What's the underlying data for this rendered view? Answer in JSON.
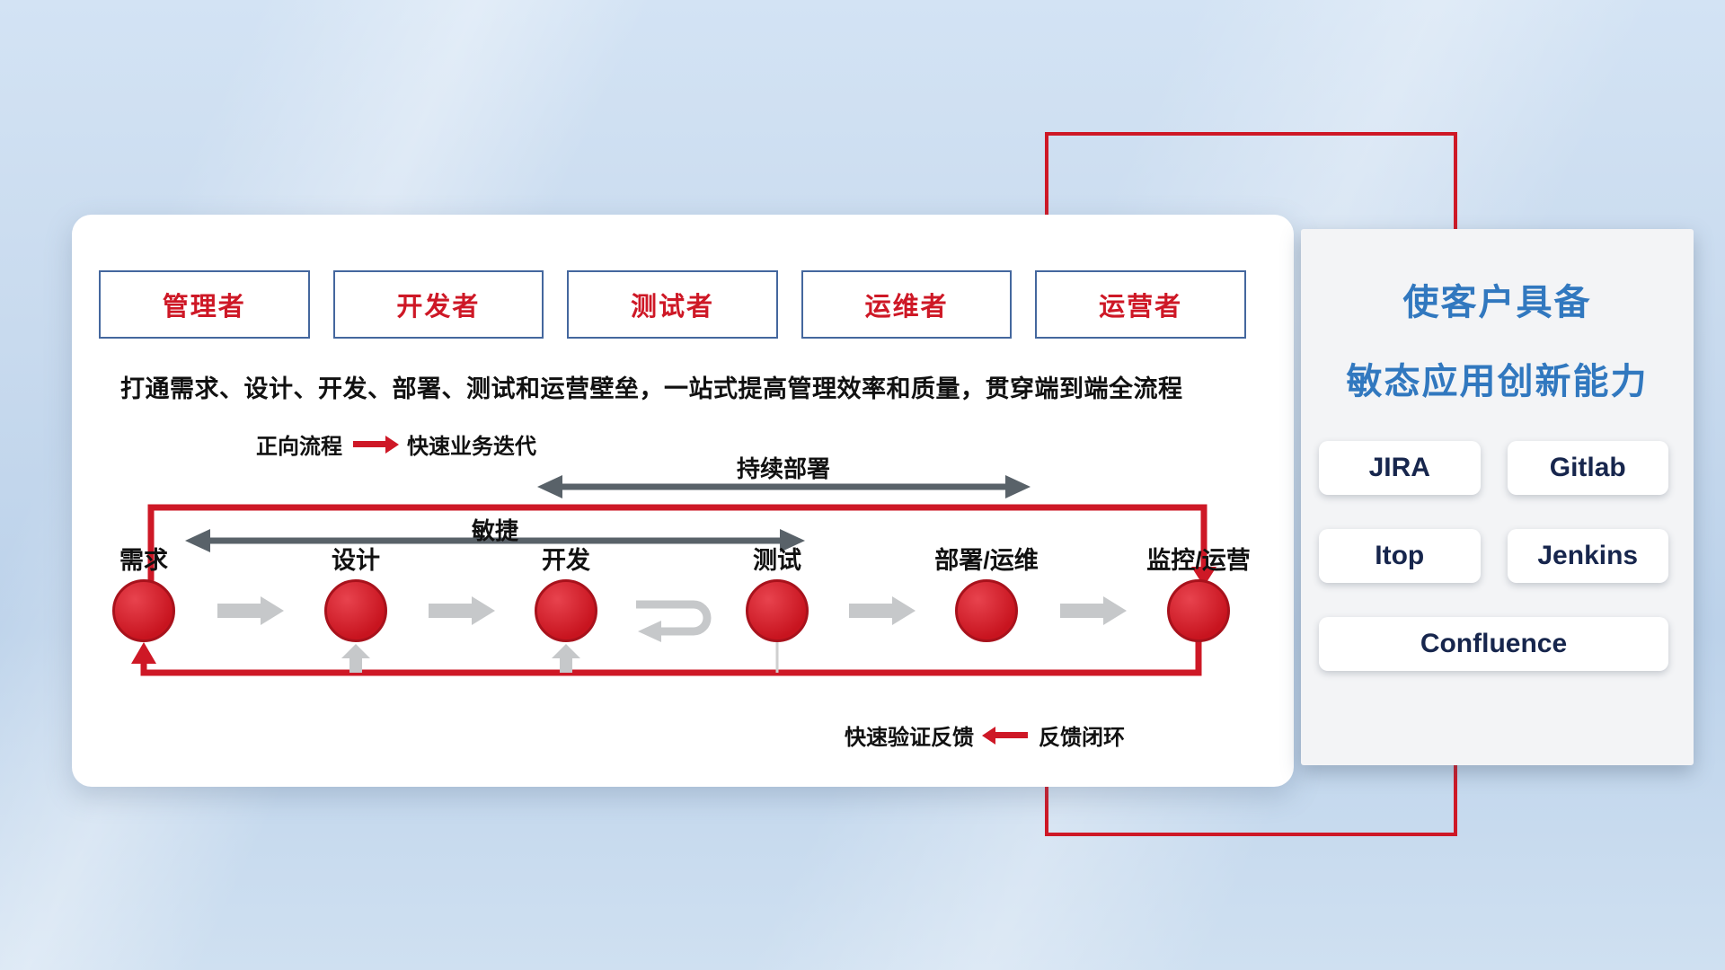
{
  "card": {
    "roles": [
      {
        "label": "管理者"
      },
      {
        "label": "开发者"
      },
      {
        "label": "测试者"
      },
      {
        "label": "运维者"
      },
      {
        "label": "运营者"
      }
    ],
    "subtitle": "打通需求、设计、开发、部署、测试和运营壁垒，一站式提高管理效率和质量，贯穿端到端全流程",
    "legend_forward": {
      "label": "正向流程",
      "value": "快速业务迭代"
    },
    "legend_feedback": {
      "label": "快速验证反馈",
      "value": "反馈闭环"
    },
    "span_arrows": {
      "continuous_deploy": "持续部署",
      "agile": "敏捷"
    },
    "flow_nodes": [
      {
        "label": "需求"
      },
      {
        "label": "设计"
      },
      {
        "label": "开发"
      },
      {
        "label": "测试"
      },
      {
        "label": "部署/运维"
      },
      {
        "label": "监控/运营"
      }
    ]
  },
  "right_panel": {
    "title_line1": "使客户具备",
    "title_line2": "敏态应用创新能力",
    "tools": [
      "JIRA",
      "Gitlab",
      "Itop",
      "Jenkins",
      "Confluence"
    ]
  },
  "colors": {
    "red": "#ce1826",
    "node_fill": "#d32330",
    "node_border": "#a8121c",
    "dark_arrow": "#596269",
    "gray_arrow": "#c6c8ca",
    "panel_title_blue": "#3178bf",
    "tool_text": "#17264d",
    "role_box_border": "#44679e"
  }
}
